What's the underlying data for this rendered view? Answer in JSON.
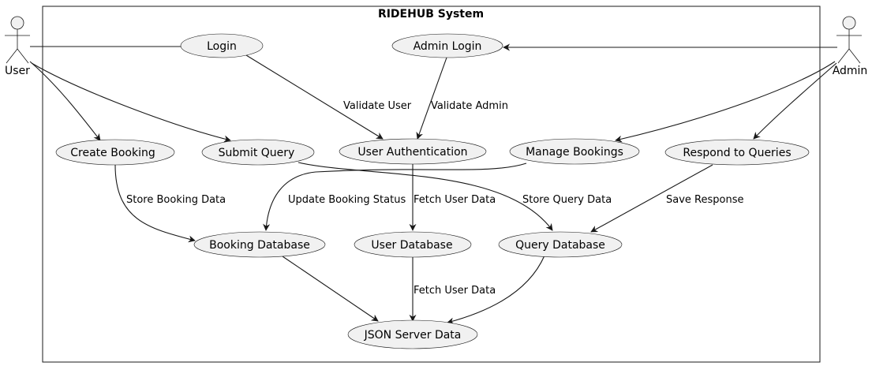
{
  "system": {
    "title": "RIDEHUB System"
  },
  "actors": {
    "user": "User",
    "admin": "Admin"
  },
  "use_cases": {
    "login": "Login",
    "admin_login": "Admin Login",
    "create_booking": "Create Booking",
    "submit_query": "Submit Query",
    "user_authentication": "User Authentication",
    "manage_bookings": "Manage Bookings",
    "respond_to_queries": "Respond to Queries",
    "booking_database": "Booking Database",
    "user_database": "User Database",
    "query_database": "Query Database",
    "json_server_data": "JSON Server Data"
  },
  "edge_labels": {
    "validate_user": "Validate User",
    "validate_admin": "Validate Admin",
    "store_booking_data": "Store Booking Data",
    "update_booking_status": "Update Booking Status",
    "fetch_user_data_1": "Fetch User Data",
    "store_query_data": "Store Query Data",
    "save_response": "Save Response",
    "fetch_user_data_2": "Fetch User Data"
  }
}
